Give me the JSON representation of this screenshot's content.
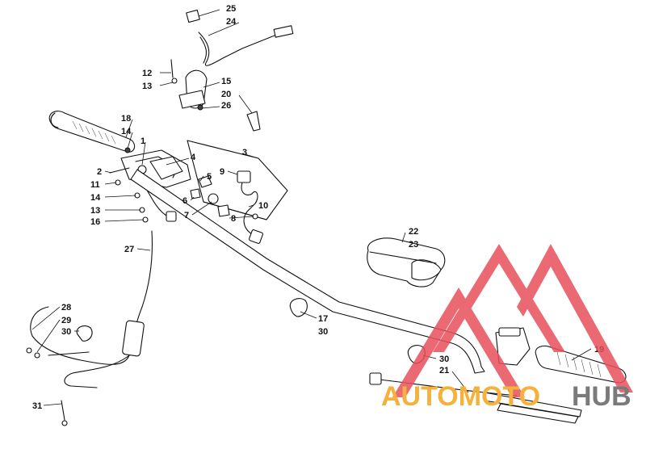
{
  "diagram": {
    "parts": [
      {
        "id": "p1",
        "label": "1"
      },
      {
        "id": "p2",
        "label": "2"
      },
      {
        "id": "p3",
        "label": "3"
      },
      {
        "id": "p4",
        "label": "4"
      },
      {
        "id": "p5",
        "label": "5"
      },
      {
        "id": "p6",
        "label": "6"
      },
      {
        "id": "p7",
        "label": "7"
      },
      {
        "id": "p8",
        "label": "8"
      },
      {
        "id": "p9",
        "label": "9"
      },
      {
        "id": "p10",
        "label": "10"
      },
      {
        "id": "p11",
        "label": "11"
      },
      {
        "id": "p12",
        "label": "12"
      },
      {
        "id": "p13a",
        "label": "13"
      },
      {
        "id": "p13b",
        "label": "13"
      },
      {
        "id": "p14a",
        "label": "14"
      },
      {
        "id": "p14b",
        "label": "14"
      },
      {
        "id": "p15",
        "label": "15"
      },
      {
        "id": "p16",
        "label": "16"
      },
      {
        "id": "p17",
        "label": "17"
      },
      {
        "id": "p18",
        "label": "18"
      },
      {
        "id": "p19",
        "label": "19"
      },
      {
        "id": "p20",
        "label": "20"
      },
      {
        "id": "p21",
        "label": "21"
      },
      {
        "id": "p22",
        "label": "22"
      },
      {
        "id": "p23",
        "label": "23"
      },
      {
        "id": "p24",
        "label": "24"
      },
      {
        "id": "p25",
        "label": "25"
      },
      {
        "id": "p26",
        "label": "26"
      },
      {
        "id": "p27",
        "label": "27"
      },
      {
        "id": "p28",
        "label": "28"
      },
      {
        "id": "p29",
        "label": "29"
      },
      {
        "id": "p30a",
        "label": "30"
      },
      {
        "id": "p30b",
        "label": "30"
      },
      {
        "id": "p30c",
        "label": "30"
      },
      {
        "id": "p31",
        "label": "31"
      }
    ]
  },
  "watermark": {
    "text_part1": "AUTOMOTO",
    "text_part2": "HUB",
    "color_triangle": "#e8505b",
    "color_text_part1": "#f4b23c",
    "color_text_part2": "#7a7a7a"
  }
}
